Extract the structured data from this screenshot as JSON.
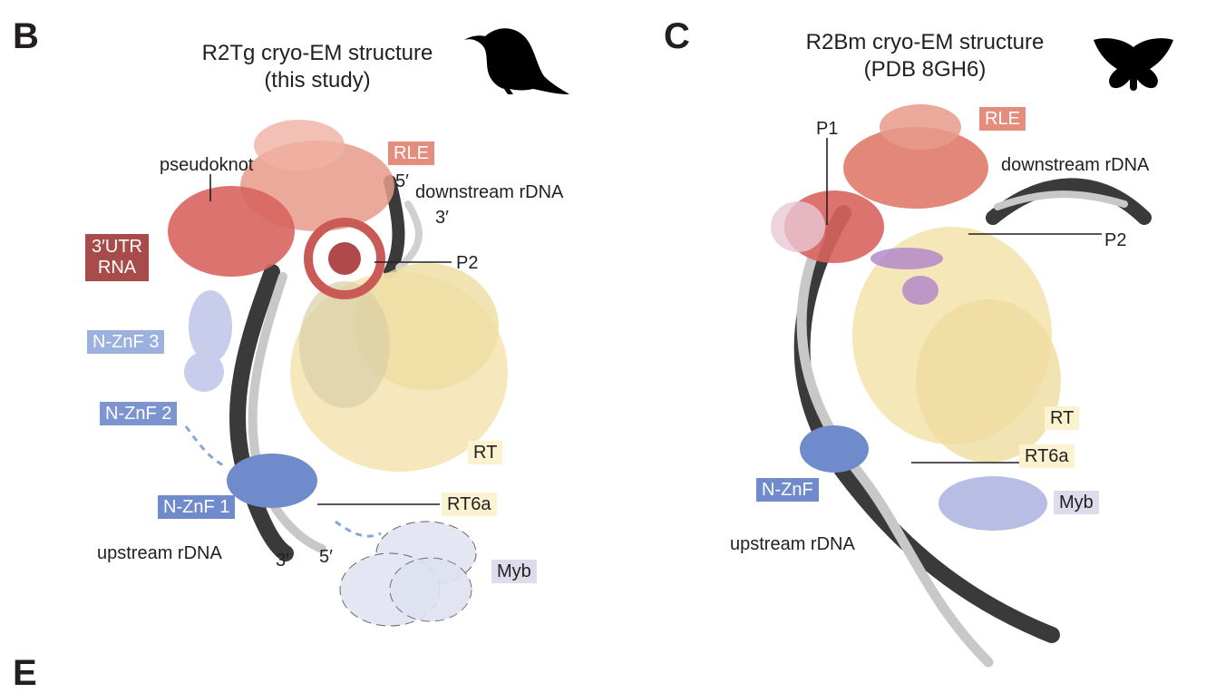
{
  "panel_b": {
    "letter": "B",
    "title_line1": "R2Tg cryo-EM structure",
    "title_line2": "(this study)",
    "silhouette": "bird-icon",
    "labels": {
      "rle": "RLE",
      "pseudoknot": "pseudoknot",
      "five_prime_top": "5′",
      "downstream": "downstream rDNA",
      "three_prime_top": "3′",
      "utr_rna": "3′UTR\nRNA",
      "p2": "P2",
      "nznf3": "N-ZnF 3",
      "nznf2": "N-ZnF 2",
      "rt": "RT",
      "nznf1": "N-ZnF 1",
      "rt6a": "RT6a",
      "upstream": "upstream rDNA",
      "three_prime_bottom": "3′",
      "five_prime_bottom": "5′",
      "myb": "Myb"
    }
  },
  "panel_c": {
    "letter": "C",
    "title_line1": "R2Bm cryo-EM structure",
    "title_line2": "(PDB 8GH6)",
    "silhouette": "moth-icon",
    "labels": {
      "rle": "RLE",
      "p1": "P1",
      "downstream": "downstream rDNA",
      "p2": "P2",
      "rt": "RT",
      "rt6a": "RT6a",
      "nznf": "N-ZnF",
      "myb": "Myb",
      "upstream": "upstream rDNA"
    }
  },
  "panel_e": {
    "letter": "E"
  },
  "colors": {
    "rle": "#e89a8a",
    "rle_box": "#e58d7d",
    "utr_rna": "#a84b4b",
    "rt": "#fbf3cf",
    "nznf_dark": "#7d95cf",
    "nznf_light": "#b9c3e6",
    "myb": "#dcdcec",
    "dna_dark": "#3a3a3a",
    "dna_light": "#c8c8c8"
  }
}
